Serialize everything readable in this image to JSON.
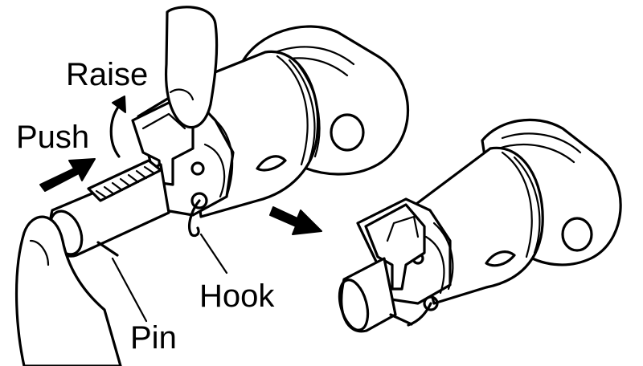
{
  "labels": {
    "raise": "Raise",
    "push": "Push",
    "hook": "Hook",
    "pin": "Pin"
  },
  "colors": {
    "ink": "#000000",
    "paper": "#ffffff"
  }
}
